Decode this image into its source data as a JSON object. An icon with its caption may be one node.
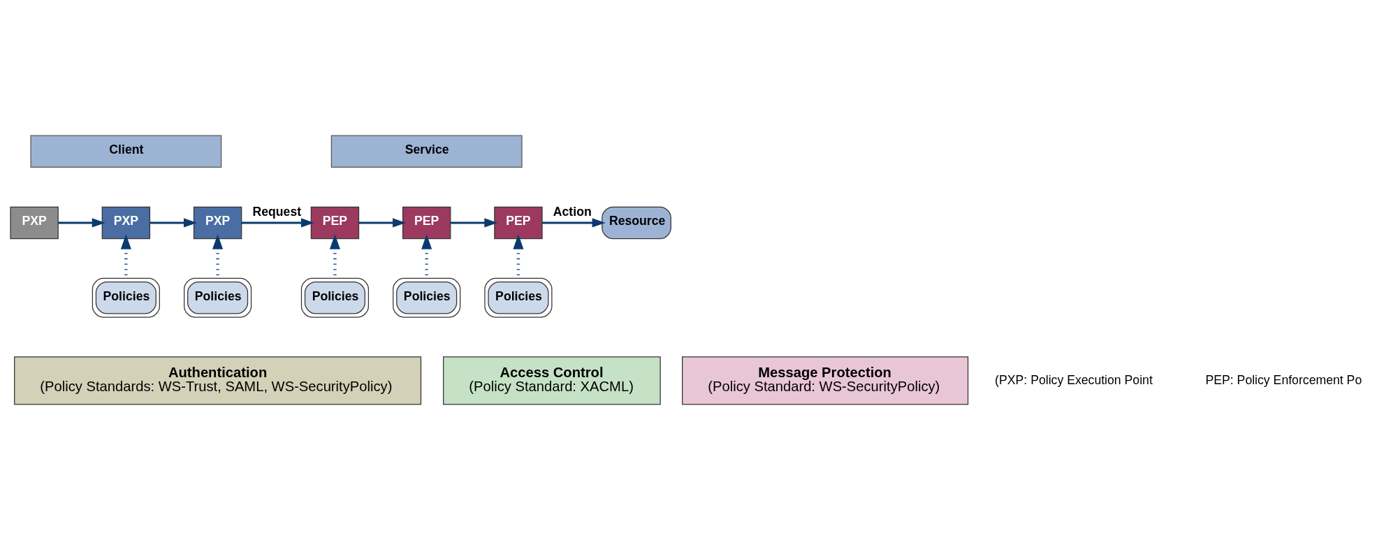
{
  "diagram": {
    "nodes": [
      {
        "text": [
          "Client"
        ]
      },
      {
        "text": [
          "Service"
        ]
      },
      {
        "text": [
          "Access Control",
          "(Policy Standard: XACML)"
        ]
      },
      {
        "text": [
          "Authentication",
          "(Policy Standards: WS-Trust, SAML, WS-SecurityPolicy)"
        ]
      },
      {
        "text": [
          "Message Protection",
          "(Policy Standard: WS-SecurityPolicy)"
        ]
      },
      {
        "text": [
          "PXP"
        ]
      },
      {
        "text": [
          "PXP"
        ]
      },
      {
        "text": [
          "PXP"
        ]
      },
      {
        "text": [
          "PEP"
        ]
      },
      {
        "text": [
          "PEP"
        ]
      },
      {
        "text": [
          "PEP"
        ]
      },
      {
        "text": [
          "Resource"
        ]
      },
      {
        "text": [
          "Policies"
        ]
      },
      {
        "text": [
          "Policies"
        ]
      },
      {
        "text": [
          "Policies"
        ]
      },
      {
        "text": [
          "Policies"
        ]
      },
      {
        "text": [
          "Policies"
        ]
      }
    ],
    "edges": [
      {
        "from": 5,
        "to": 6,
        "arrow": "to"
      },
      {
        "from": 6,
        "to": 7,
        "arrow": "to"
      },
      {
        "from": 7,
        "to": 8,
        "arrow": "to",
        "label": "Request"
      },
      {
        "from": 8,
        "to": 9,
        "arrow": "to"
      },
      {
        "from": 9,
        "to": 10,
        "arrow": "to"
      },
      {
        "from": 10,
        "to": 11,
        "arrow": "to",
        "label": "Action"
      },
      {
        "from": 12,
        "to": 6,
        "arrow": "to",
        "style": "dashed"
      },
      {
        "from": 13,
        "to": 7,
        "arrow": "to",
        "style": "dashed"
      },
      {
        "from": 14,
        "to": 8,
        "arrow": "to",
        "style": "dashed"
      },
      {
        "from": 15,
        "to": 9,
        "arrow": "to",
        "style": "dashed"
      },
      {
        "from": 16,
        "to": 10,
        "arrow": "to",
        "style": "dashed"
      }
    ],
    "labels": [
      "(PXP: Policy Execution Point",
      "PEP: Policy Enforcement Po"
    ]
  }
}
